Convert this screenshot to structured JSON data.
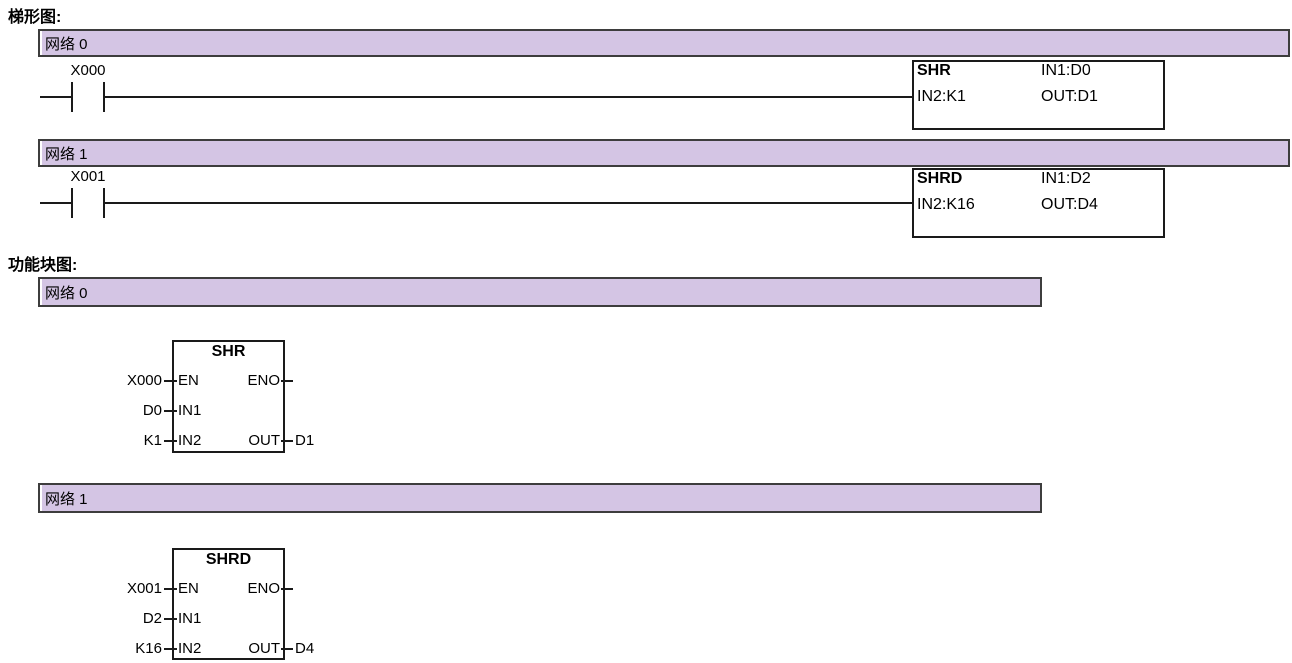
{
  "colors": {
    "network_bar_fill": "#d4c5e4",
    "network_bar_border": "#3d3d3d",
    "wire": "#1a1a1a"
  },
  "ladder": {
    "title": "梯形图:",
    "networks": [
      {
        "label": "网络 0",
        "contact": "X000",
        "block": {
          "name": "SHR",
          "in1": "IN1:D0",
          "in2": "IN2:K1",
          "out": "OUT:D1"
        }
      },
      {
        "label": "网络 1",
        "contact": "X001",
        "block": {
          "name": "SHRD",
          "in1": "IN1:D2",
          "in2": "IN2:K16",
          "out": "OUT:D4"
        }
      }
    ]
  },
  "fbd": {
    "title": "功能块图:",
    "networks": [
      {
        "label": "网络 0",
        "block": {
          "name": "SHR",
          "en_operand": "X000",
          "en": "EN",
          "eno": "ENO",
          "in1_operand": "D0",
          "in1": "IN1",
          "in2_operand": "K1",
          "in2": "IN2",
          "out": "OUT",
          "out_operand": "D1"
        }
      },
      {
        "label": "网络 1",
        "block": {
          "name": "SHRD",
          "en_operand": "X001",
          "en": "EN",
          "eno": "ENO",
          "in1_operand": "D2",
          "in1": "IN1",
          "in2_operand": "K16",
          "in2": "IN2",
          "out": "OUT",
          "out_operand": "D4"
        }
      }
    ]
  }
}
